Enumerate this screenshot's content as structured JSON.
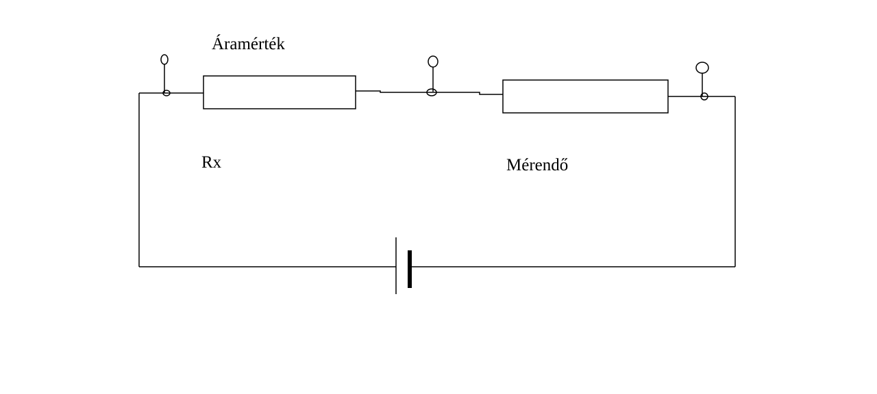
{
  "labels": {
    "top": "Áramérték",
    "left": "Rx",
    "right": "Mérendő"
  },
  "colors": {
    "line": "#000000",
    "background": "#ffffff"
  }
}
